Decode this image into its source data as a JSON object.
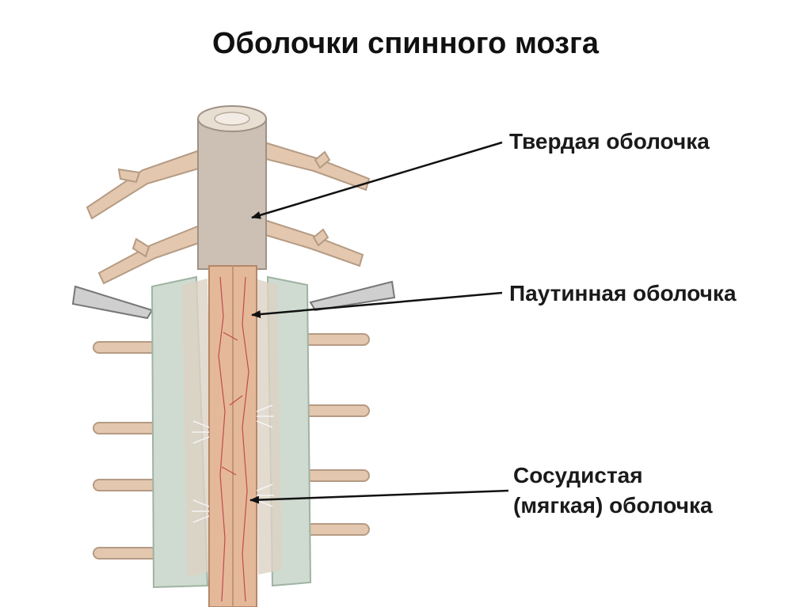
{
  "title": "Оболочки спинного мозга",
  "labels": {
    "dura": "Твердая оболочка",
    "arachnoid": "Паутинная оболочка",
    "pia_line1": "Сосудистая",
    "pia_line2": "(мягкая) оболочка"
  },
  "colors": {
    "dura": "#ccc0b4",
    "nerve": "#e3c7ae",
    "arachnoid": "#cfdbd0",
    "cord": "#e4b99a",
    "vessel": "#c24a4a",
    "pointer": "#111111"
  }
}
